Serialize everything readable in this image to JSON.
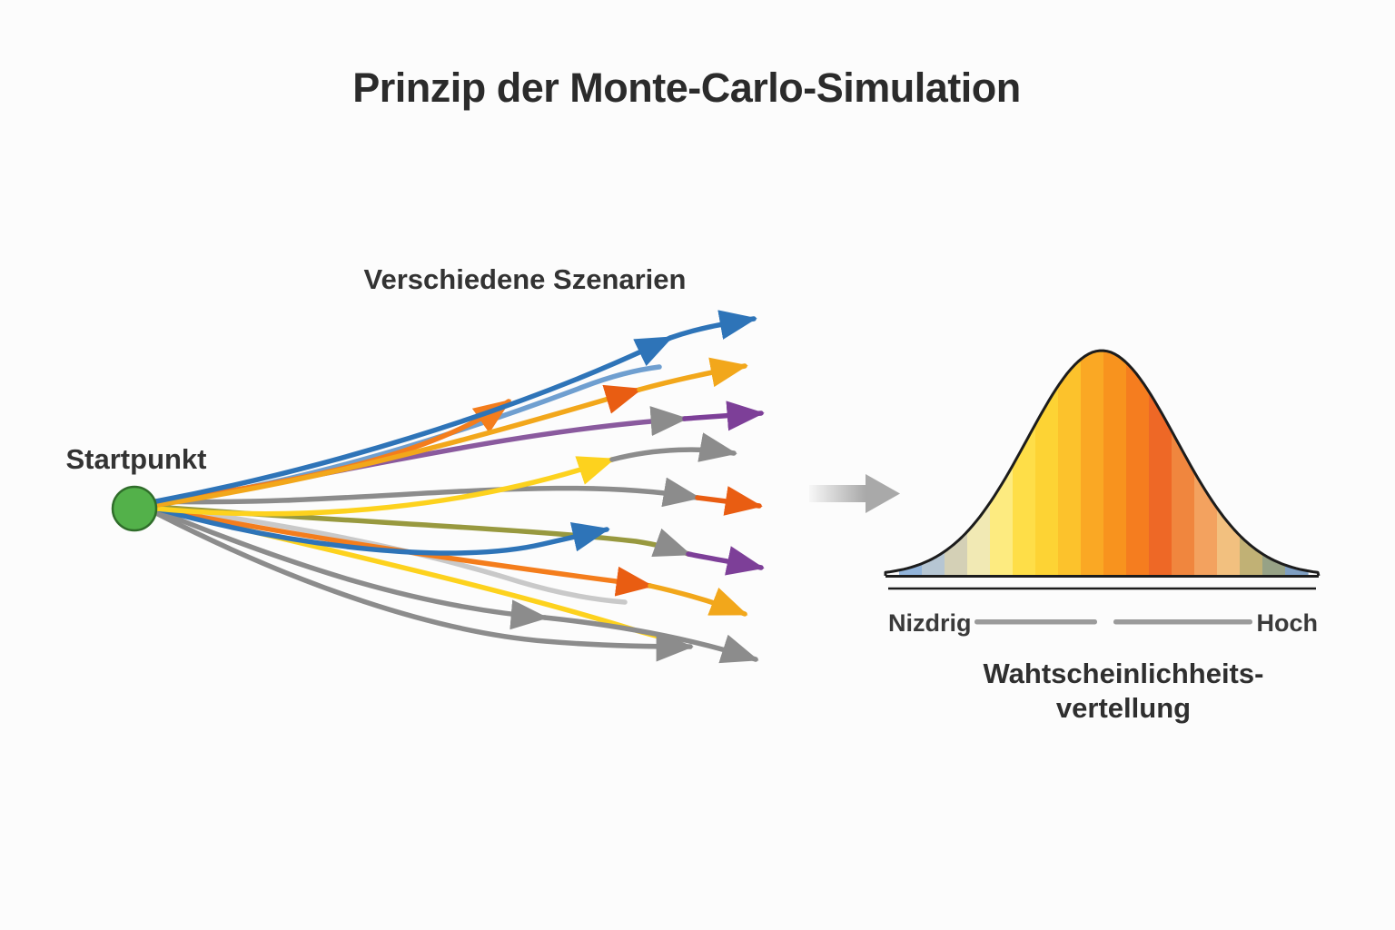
{
  "title": "Prinzip der Monte-Carlo-Simulation",
  "fan": {
    "scenarios_label": "Verschiedene Szenarien",
    "start_label": "Startpunkt"
  },
  "distribution": {
    "low_label": "Nizdrig",
    "high_label": "Hoch",
    "caption_line1": "Wahtscheinlichheits-",
    "caption_line2": "vertellung",
    "stripe_colors": [
      "#92b4da",
      "#b6c6d3",
      "#d4d0b6",
      "#f1e9b4",
      "#fdeb80",
      "#fede48",
      "#fdd334",
      "#fcc22c",
      "#faa824",
      "#f8931e",
      "#f57d1f",
      "#ee6826",
      "#f0863e",
      "#f3a25f",
      "#f2c07f",
      "#c1b175",
      "#97a286",
      "#7f9fc2"
    ],
    "outline_color": "#1c1c1c"
  },
  "palette": {
    "blue": "#2e74b8",
    "steel_blue": "#6f9fd0",
    "orange": "#f47d1c",
    "vermilion": "#e95d12",
    "gold": "#f2a71b",
    "yellow": "#fdd21e",
    "purple": "#7d3f98",
    "muted_purple": "#8a5a9e",
    "olive": "#98993f",
    "gray": "#8c8c8c",
    "silver": "#c9c9c9",
    "start_green": "#53b14a",
    "start_green_border": "#2f6d2a",
    "transition_gray": "#a9a9a9",
    "range_bar_gray": "#9b9b9b"
  }
}
